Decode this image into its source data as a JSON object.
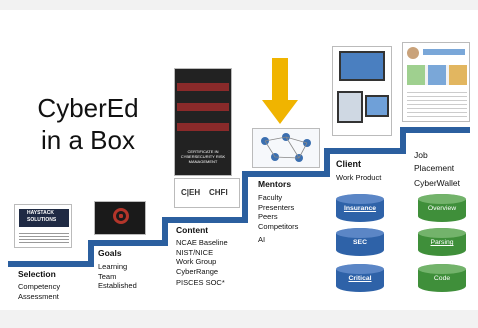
{
  "title_lines": [
    "CyberEd",
    "in a Box"
  ],
  "stages": {
    "selection": {
      "heading": "Selection",
      "lines": [
        "Competency",
        "Assessment"
      ]
    },
    "goals": {
      "heading": "Goals",
      "lines": [
        "Learning",
        "Team",
        "Established"
      ]
    },
    "content": {
      "heading": "Content",
      "lines": [
        "NCAE Baseline",
        "NIST/NICE",
        "Work Group",
        "CyberRange",
        "PISCES SOC*"
      ]
    },
    "mentors": {
      "heading": "Mentors",
      "lines": [
        "Faculty",
        "Presenters",
        "Peers",
        "Competitors",
        "AI"
      ]
    },
    "client": {
      "heading": "Client",
      "lines": [
        "Work Product"
      ]
    },
    "job": {
      "lines": [
        "Job",
        "Placement",
        "CyberWallet"
      ]
    }
  },
  "client_cylinders": [
    "Insurance",
    "SEC",
    "Critical"
  ],
  "job_cylinders": [
    "Overview",
    "Parsing",
    "Code"
  ],
  "logo_text": [
    "HAYSTACK",
    "SOLUTIONS"
  ],
  "book_texts": [
    "CERTIFICATE IN",
    "CYBERSECURITY RISK",
    "MANAGEMENT"
  ],
  "cert_logos": [
    "C|EH",
    "CHFI"
  ],
  "colors": {
    "bar": "#2b5f9f",
    "arrow": "#f0b400",
    "blue_cyl": "#2e62a8",
    "green_cyl": "#3f8f3a"
  }
}
